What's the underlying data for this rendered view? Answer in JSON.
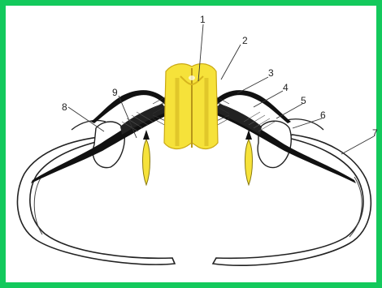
{
  "figure": {
    "border_color": "#13c95c",
    "cord_color": "#f6e23a",
    "cord_shadow_color": "#d9b820",
    "ganglion_color": "#e7cd34",
    "nerve_color": "#111111",
    "outline_color": "#222222"
  },
  "labels": [
    {
      "id": "1",
      "text": "1"
    },
    {
      "id": "2",
      "text": "2"
    },
    {
      "id": "3",
      "text": "3"
    },
    {
      "id": "4",
      "text": "4"
    },
    {
      "id": "5",
      "text": "5"
    },
    {
      "id": "6",
      "text": "6"
    },
    {
      "id": "7",
      "text": "7"
    },
    {
      "id": "8",
      "text": "8"
    },
    {
      "id": "9",
      "text": "9"
    }
  ]
}
